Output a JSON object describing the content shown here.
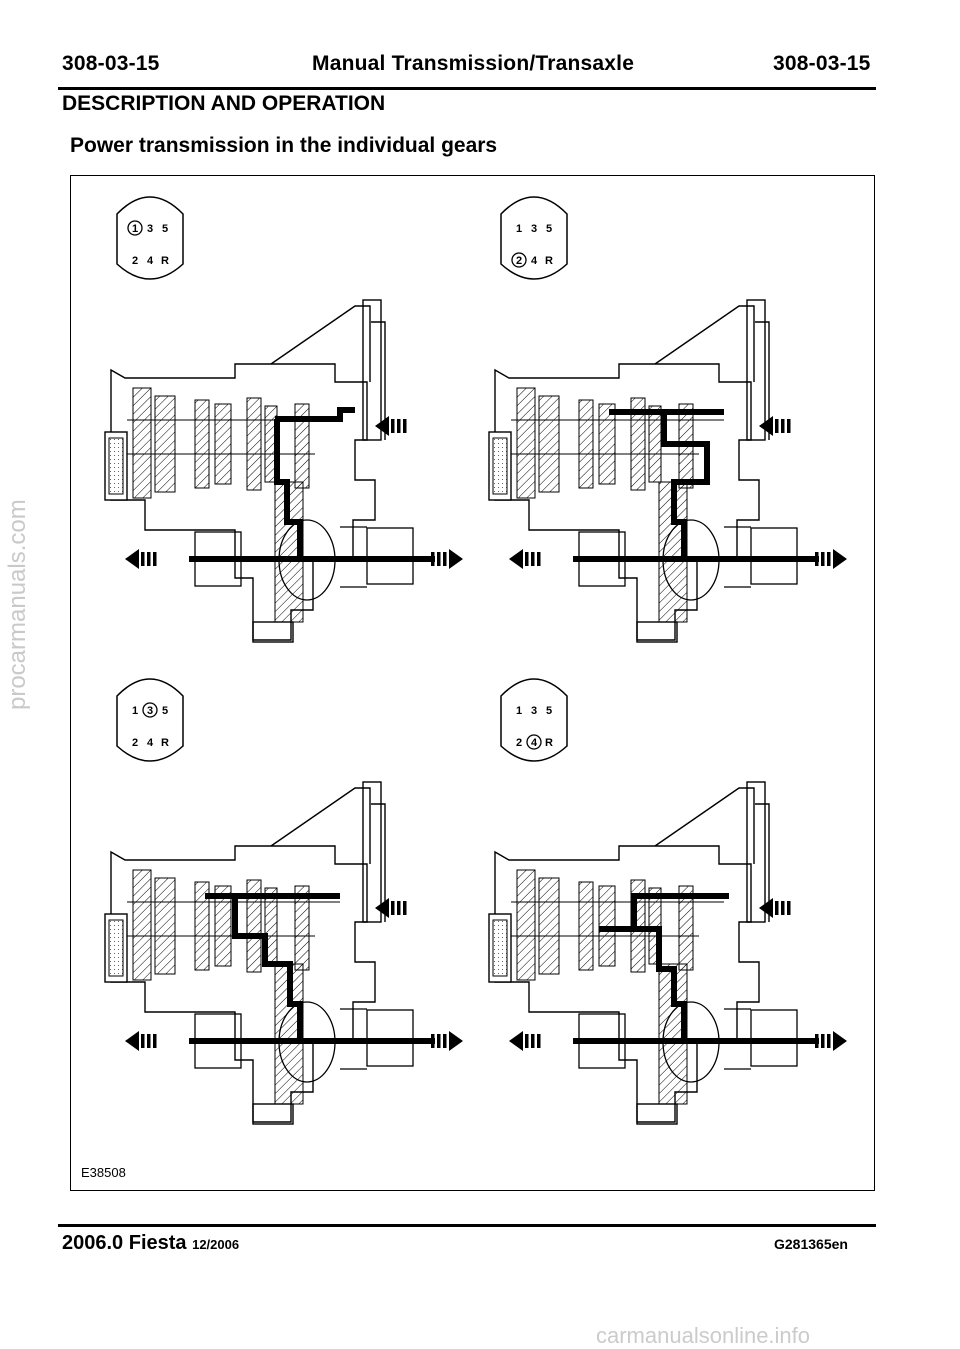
{
  "header": {
    "left": "308-03-15",
    "center": "Manual Transmission/Transaxle",
    "right": "308-03-15"
  },
  "section_title": "DESCRIPTION AND OPERATION",
  "subtitle": "Power transmission in the individual gears",
  "figure": {
    "id": "E38508",
    "panels": [
      {
        "selected": "1",
        "row1": [
          "1",
          "3",
          "5"
        ],
        "row2": [
          "2",
          "4",
          "R"
        ]
      },
      {
        "selected": "2",
        "row1": [
          "1",
          "3",
          "5"
        ],
        "row2": [
          "2",
          "4",
          "R"
        ]
      },
      {
        "selected": "3",
        "row1": [
          "1",
          "3",
          "5"
        ],
        "row2": [
          "2",
          "4",
          "R"
        ]
      },
      {
        "selected": "4",
        "row1": [
          "1",
          "3",
          "5"
        ],
        "row2": [
          "2",
          "4",
          "R"
        ]
      }
    ]
  },
  "footer": {
    "model": "2006.0 Fiesta",
    "date": "12/2006",
    "code": "G281365en"
  },
  "watermarks": {
    "side": "procarmanuals.com",
    "bottom": "carmanualsonline.info"
  }
}
